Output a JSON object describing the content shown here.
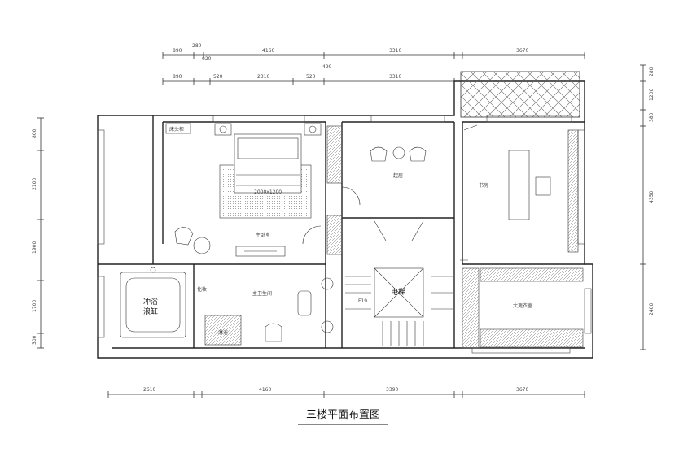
{
  "title": "三楼平面布置图",
  "dims": {
    "top1": [
      "890",
      "280",
      "4160",
      "3310",
      "3670"
    ],
    "top1b": [
      "020"
    ],
    "top2": [
      "890",
      "520",
      "2310",
      "520",
      "3310"
    ],
    "top2b": [
      "490"
    ],
    "bottom": [
      "2610",
      "4160",
      "3390",
      "3670"
    ],
    "left": [
      "800",
      "2100",
      "1900",
      "1700",
      "300"
    ],
    "right": [
      "280",
      "1200",
      "380",
      "4350",
      "2400"
    ]
  },
  "rooms": {
    "master_bedroom": "主卧室",
    "lounge": "起居",
    "study": "书房",
    "master_bath": "主卫生间",
    "elevator": "电梯",
    "walk_in_closet": "大更衣室",
    "bathtub_1": "冲浴",
    "bathtub_2": "浪缸",
    "shower": "淋浴",
    "vanity": "化妆",
    "floor_mark": "F19",
    "bedside": "床头柜",
    "bed_size": "2000x1200"
  }
}
